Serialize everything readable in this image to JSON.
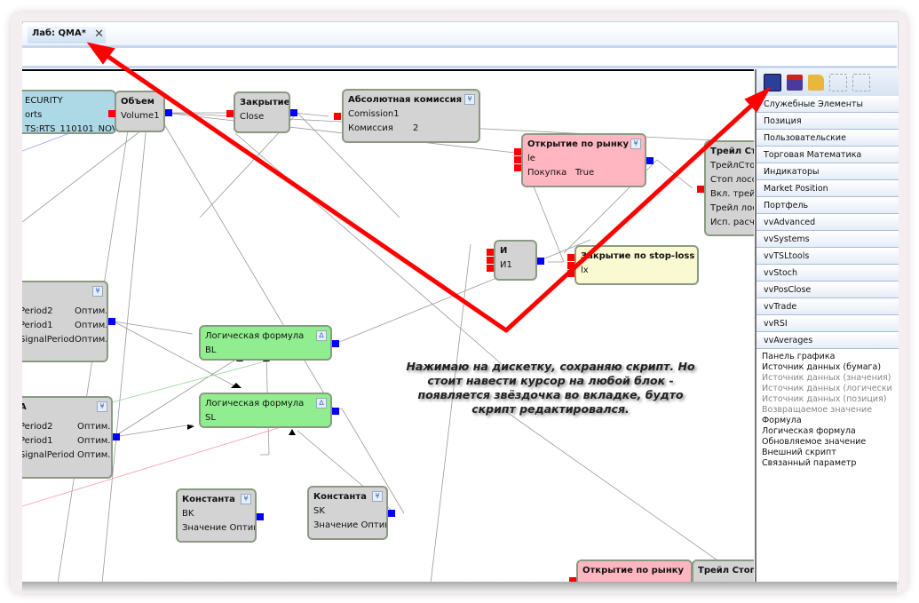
{
  "tab": {
    "title": "Лаб: QMA*",
    "close": "✕"
  },
  "nodes": {
    "security": {
      "l1": "ECURITY",
      "l2": "orts",
      "l3": "TS:RTS_110101_NOV"
    },
    "volume": {
      "title": "Объем",
      "l1": "Volume1"
    },
    "close": {
      "title": "Закрытие",
      "l1": "Close"
    },
    "commission": {
      "title": "Абсолютная комиссия",
      "l1": "Comission1",
      "l2": "Комиссия",
      "v2": "2"
    },
    "open_market": {
      "title": "Открытие по рынку",
      "l1": "le",
      "l2": "Покупка",
      "v2": "True"
    },
    "trail": {
      "title": "Трейл Ст",
      "l1": "ТрейлСто",
      "l2": "Стоп лосс",
      "l3": "Вкл. трейл",
      "l4": "Трейл лосс",
      "l5": "Исп. расч."
    },
    "and": {
      "title": "И",
      "l1": "И1"
    },
    "close_sl": {
      "title": "Закрытие  по stop-loss",
      "l1": "lx"
    },
    "left1": {
      "rows": [
        [
          "Period2",
          "Оптим."
        ],
        [
          "Period1",
          "Оптим."
        ],
        [
          "SignalPeriod",
          "Оптим."
        ]
      ]
    },
    "left2": {
      "title": "A",
      "rows": [
        [
          "Period2",
          "Оптим."
        ],
        [
          "Period1",
          "Оптим."
        ],
        [
          "SignalPeriod",
          "Оптим."
        ]
      ]
    },
    "bl": {
      "title": "Логическая формула",
      "l1": "BL"
    },
    "sl": {
      "title": "Логическая формула",
      "l1": "SL"
    },
    "const_bk": {
      "title": "Константа",
      "l1": "BK",
      "l2": "Значение Оптим."
    },
    "const_sk": {
      "title": "Константа",
      "l1": "SK",
      "l2": "Значение Оптим."
    },
    "open_market2": {
      "title": "Открытие по рынку"
    },
    "trail2": {
      "title": "Трейл Стоп"
    }
  },
  "panel": {
    "categories": [
      "Служебные Элементы",
      "Позиция",
      "Пользовательские",
      "Торговая Математика",
      "Индикаторы",
      "Market Position",
      "Портфель",
      "vvAdvanced",
      "vvSystems",
      "vvTSLtools",
      "vvStoch",
      "vvPosClose",
      "vvTrade",
      "vvRSI",
      "vvAverages"
    ],
    "items": [
      "Панель графика",
      "Источник данных (бумага)",
      "Источник данных (значения)",
      "Источник данных (логически",
      "Источник данных (позиция)",
      "Возвращаемое значение",
      "Формула",
      "Логическая формула",
      "Обновляемое значение",
      "Внешний скрипт",
      "Связанный параметр"
    ]
  },
  "note": "Нажимаю на дискетку, сохраняю скрипт. Но стоит навести курсор на любой блок - появляется звёздочка во вкладке, будто скрипт редактировался."
}
